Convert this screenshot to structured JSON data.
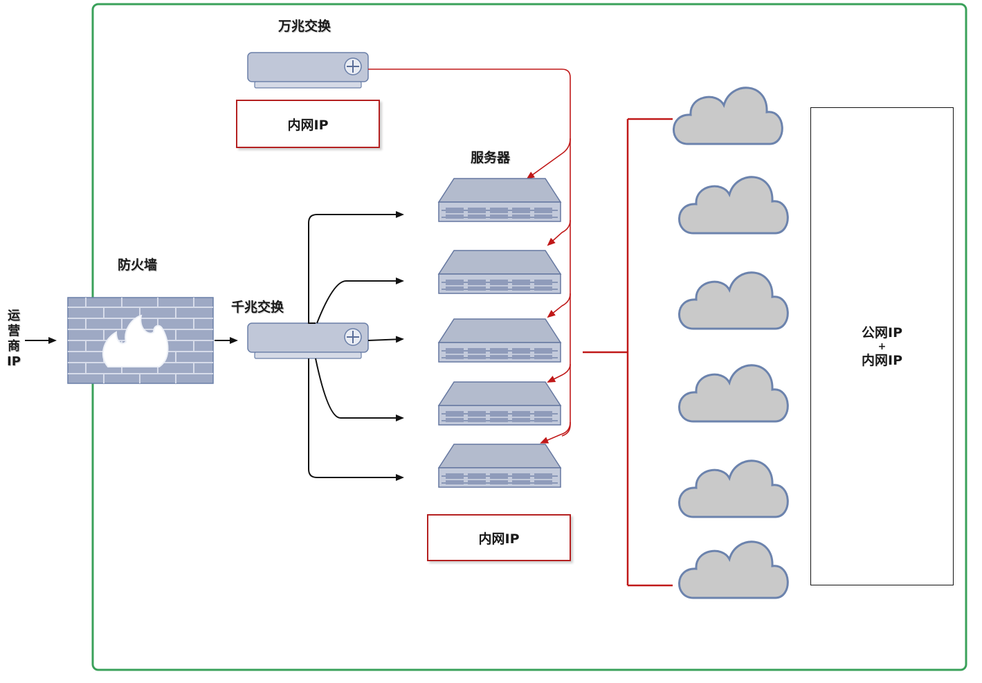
{
  "labels": {
    "carrier_ip": [
      "运",
      "营",
      "商",
      "IP"
    ],
    "firewall": "防火墙",
    "gigabit_switch": "千兆交换",
    "ten_gigabit_switch": "万兆交换",
    "servers": "服务器",
    "internal_ip_top": "内网IP",
    "internal_ip_bottom": "内网IP",
    "public_ip_line1": "公网IP",
    "public_ip_plus": "+",
    "public_ip_line2": "内网IP"
  },
  "colors": {
    "frame": "#3aa15a",
    "red_link": "#c01818",
    "black_link": "#111111",
    "device_fill": "#b8c0d2",
    "device_stroke": "#6a7fa8",
    "cloud_fill": "#c9c9c9",
    "cloud_stroke": "#6c83ad"
  },
  "icons": [
    "switch-icon",
    "firewall-icon",
    "server-icon",
    "cloud-icon"
  ]
}
